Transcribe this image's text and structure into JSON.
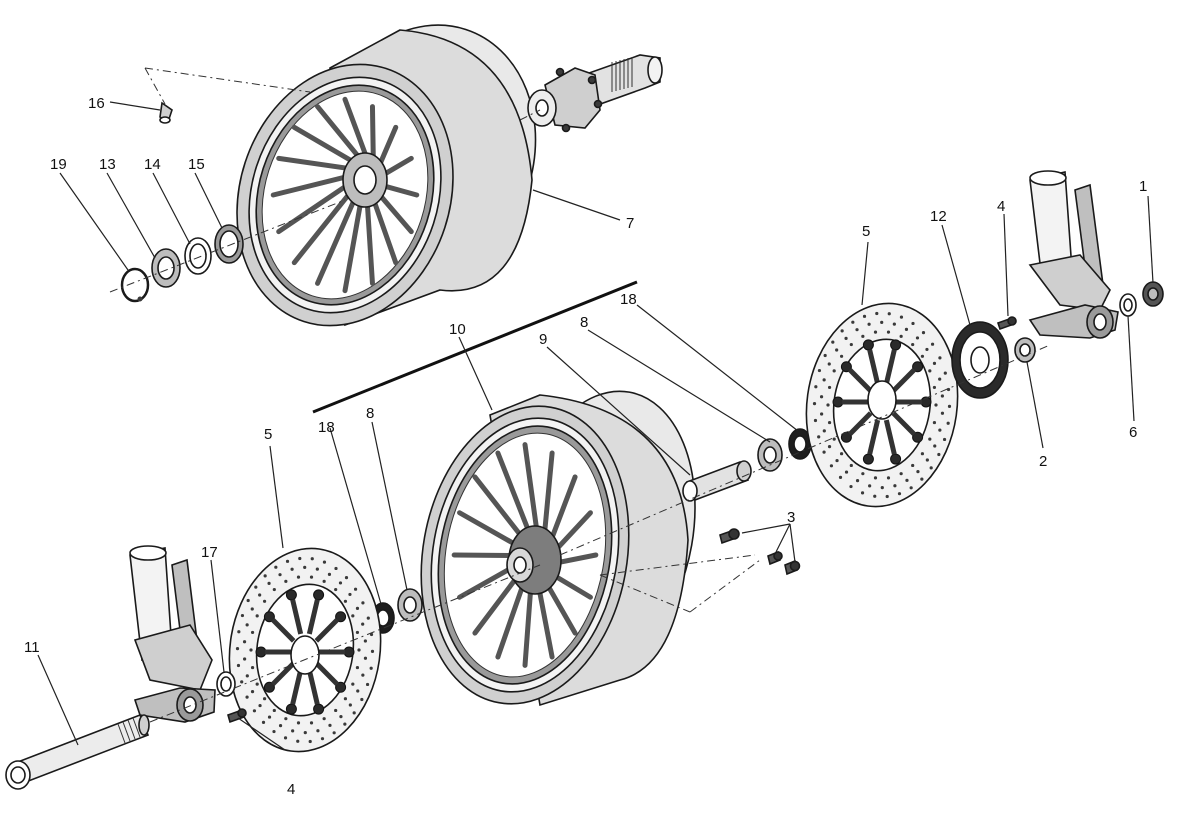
{
  "labels": {
    "p1": "1",
    "p2": "2",
    "p3": "3",
    "p4a": "4",
    "p4b": "4",
    "p5a": "5",
    "p5b": "5",
    "p6": "6",
    "p7": "7",
    "p8a": "8",
    "p8b": "8",
    "p9": "9",
    "p10": "10",
    "p11": "11",
    "p12": "12",
    "p13": "13",
    "p14": "14",
    "p15": "15",
    "p16": "16",
    "p17": "17",
    "p18a": "18",
    "p18b": "18",
    "p19": "19"
  },
  "colors": {
    "ink": "#1a1a1a",
    "tire": "#c8c8c8",
    "rim": "#ededed",
    "metal": "#b5b5b5"
  }
}
